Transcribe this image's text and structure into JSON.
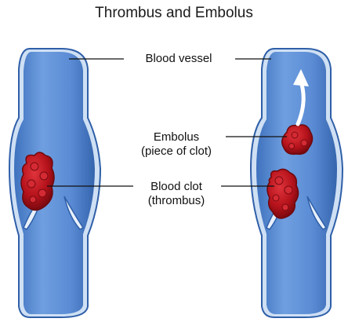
{
  "title": "Thrombus and Embolus",
  "labels": {
    "blood_vessel": "Blood vessel",
    "embolus": "Embolus",
    "embolus_note": "(piece of clot)",
    "blood_clot": "Blood clot",
    "blood_clot_note": "(thrombus)"
  },
  "colors": {
    "vessel_fill": "#5d8ed6",
    "vessel_edge": "#2f5fa8",
    "vessel_wall": "#cfe0f4",
    "clot": "#b5121b",
    "clot_dark": "#7a0a10",
    "arrow": "#ffffff"
  }
}
